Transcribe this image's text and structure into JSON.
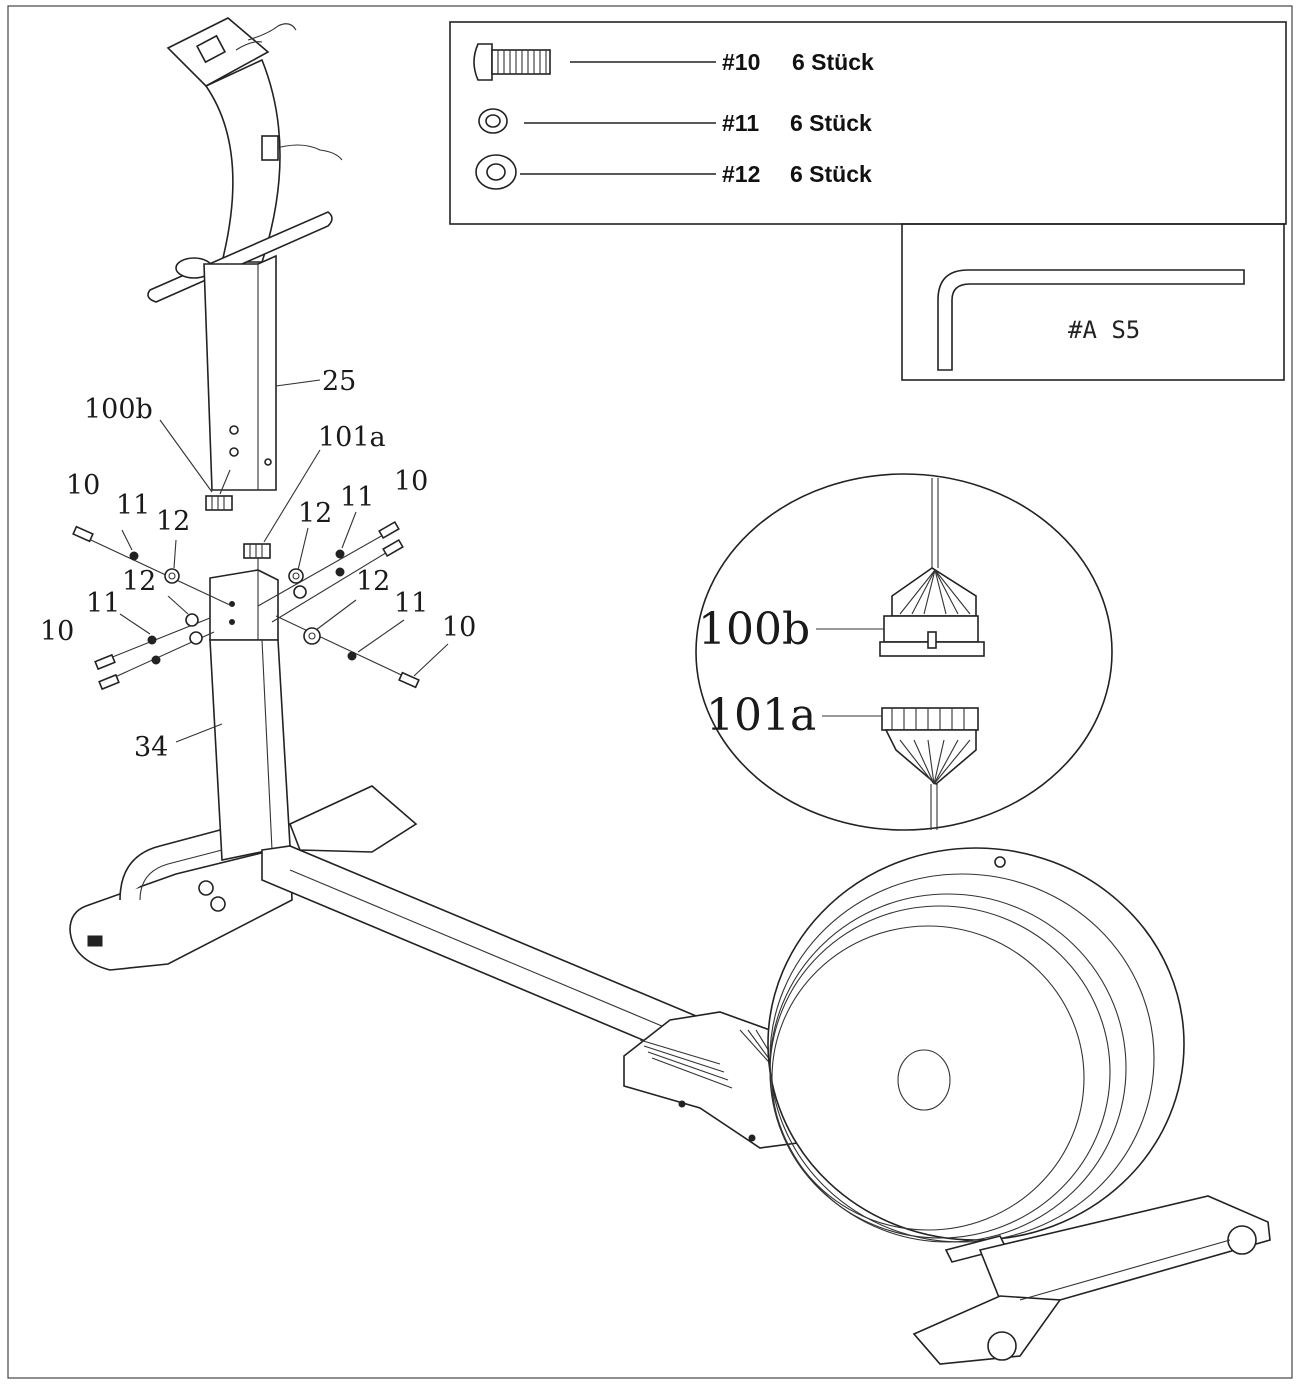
{
  "hardware": {
    "bolt": {
      "code": "#10",
      "qty": "6 Stück"
    },
    "spring_washer": {
      "code": "#11",
      "qty": "6 Stück"
    },
    "flat_washer": {
      "code": "#12",
      "qty": "6 Stück"
    }
  },
  "tool": {
    "label": "#A S5"
  },
  "callouts": {
    "console_mast": "25",
    "upright_post": "34",
    "upper_connector": "100b",
    "lower_connector": "101a",
    "bolt": "10",
    "spring_washer": "11",
    "flat_washer": "12"
  },
  "detail": {
    "upper_connector": "100b",
    "lower_connector": "101a"
  }
}
